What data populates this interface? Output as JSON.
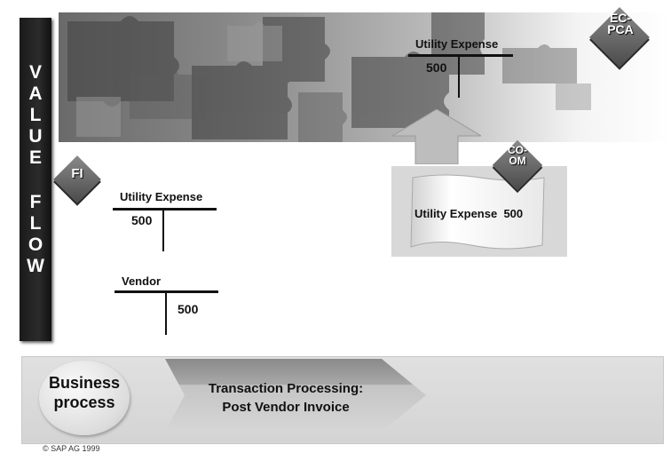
{
  "left_bar": {
    "word1": [
      "V",
      "A",
      "L",
      "U",
      "E"
    ],
    "word2": [
      "F",
      "L",
      "O",
      "W"
    ]
  },
  "tags": {
    "ecpca": [
      "EC-",
      "PCA"
    ],
    "fi": "FI",
    "coom": [
      "CO-",
      "OM"
    ]
  },
  "ecpca_account": {
    "title": "Utility Expense",
    "debit": "500"
  },
  "fi_accounts": [
    {
      "title": "Utility Expense",
      "debit": "500",
      "credit": ""
    },
    {
      "title": "Vendor",
      "debit": "",
      "credit": "500"
    }
  ],
  "co_document": {
    "label": "Utility Expense",
    "value": "500"
  },
  "business_process": {
    "label_lines": [
      "Business",
      "process"
    ],
    "transaction_lines": [
      "Transaction Processing:",
      "Post Vendor Invoice"
    ]
  },
  "footer": {
    "copyright": "© SAP AG 1999"
  }
}
